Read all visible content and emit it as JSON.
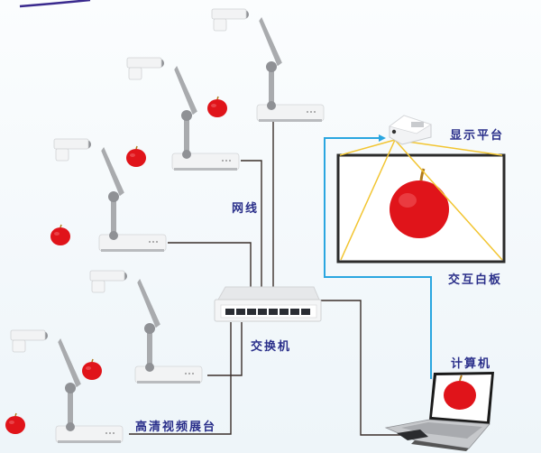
{
  "labels": {
    "display_platform": "显示平台",
    "interactive_whiteboard": "交互白板",
    "network_cable": "网线",
    "switch": "交换机",
    "computer": "计算机",
    "hd_visualizer": "高清视频展台"
  },
  "colors": {
    "label_text": "#2a2f8a",
    "cable": "#3a2f2a",
    "video_link": "#2aa6e0",
    "projection_beam": "#f2c531",
    "apple": "#e0141a",
    "device_body": "#eeeeee",
    "arm": "#a9abae"
  },
  "devices": {
    "visualizers": [
      {
        "id": 1
      },
      {
        "id": 2
      },
      {
        "id": 3
      },
      {
        "id": 4
      },
      {
        "id": 5
      }
    ],
    "switch_ports": 8
  }
}
